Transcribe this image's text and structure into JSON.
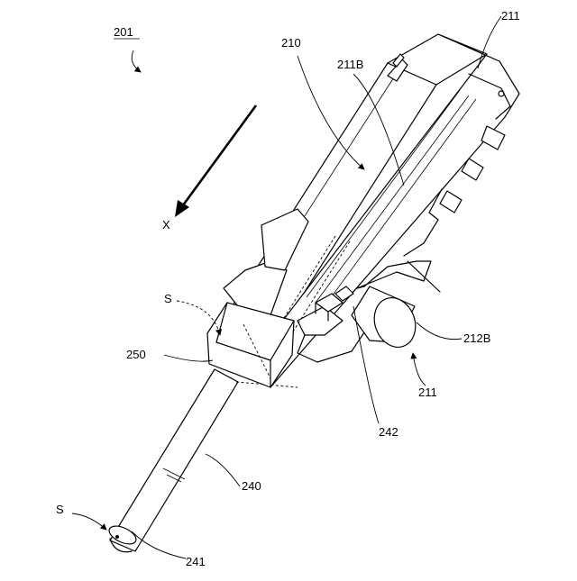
{
  "figure_label": "201",
  "direction_label": "X",
  "callouts": {
    "housing_top": "211",
    "housing_bottom": "211",
    "cover": "210",
    "rail": "211B",
    "motor": "212B",
    "collar": "250",
    "shaft": "240",
    "bolt": "242",
    "shaft_tip": "241",
    "s_upper": "S",
    "s_lower": "S"
  }
}
